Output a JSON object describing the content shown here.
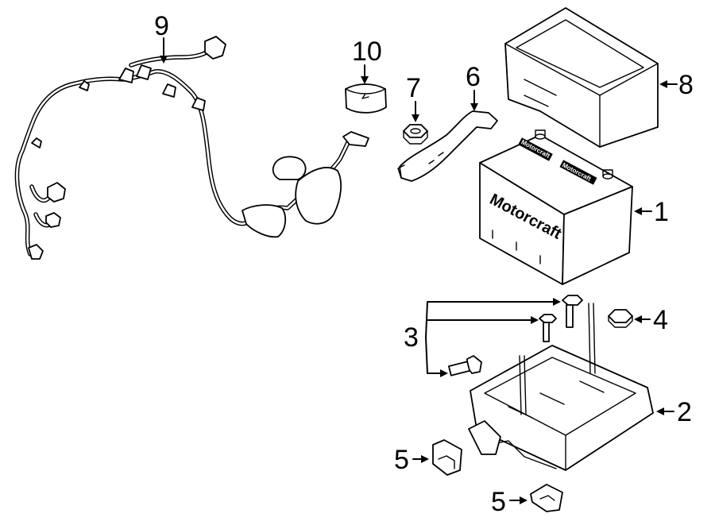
{
  "diagram": {
    "callouts": [
      {
        "id": "1",
        "text": "1"
      },
      {
        "id": "2",
        "text": "2"
      },
      {
        "id": "3",
        "text": "3"
      },
      {
        "id": "4",
        "text": "4"
      },
      {
        "id": "5a",
        "text": "5"
      },
      {
        "id": "5b",
        "text": "5"
      },
      {
        "id": "6",
        "text": "6"
      },
      {
        "id": "7",
        "text": "7"
      },
      {
        "id": "8",
        "text": "8"
      },
      {
        "id": "9",
        "text": "9"
      },
      {
        "id": "10",
        "text": "10"
      }
    ],
    "battery_brand_side": "Motorcraft",
    "battery_brand_top_left": "Motorcraft",
    "battery_brand_top_right": "Motorcraft"
  }
}
